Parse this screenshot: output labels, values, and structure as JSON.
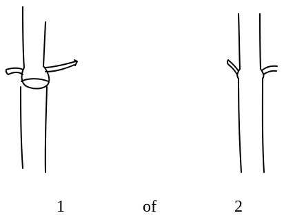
{
  "labels": {
    "first": "1",
    "middle": "of",
    "second": "2"
  },
  "colors": {
    "ink": "#000000",
    "background": "#ffffff"
  }
}
